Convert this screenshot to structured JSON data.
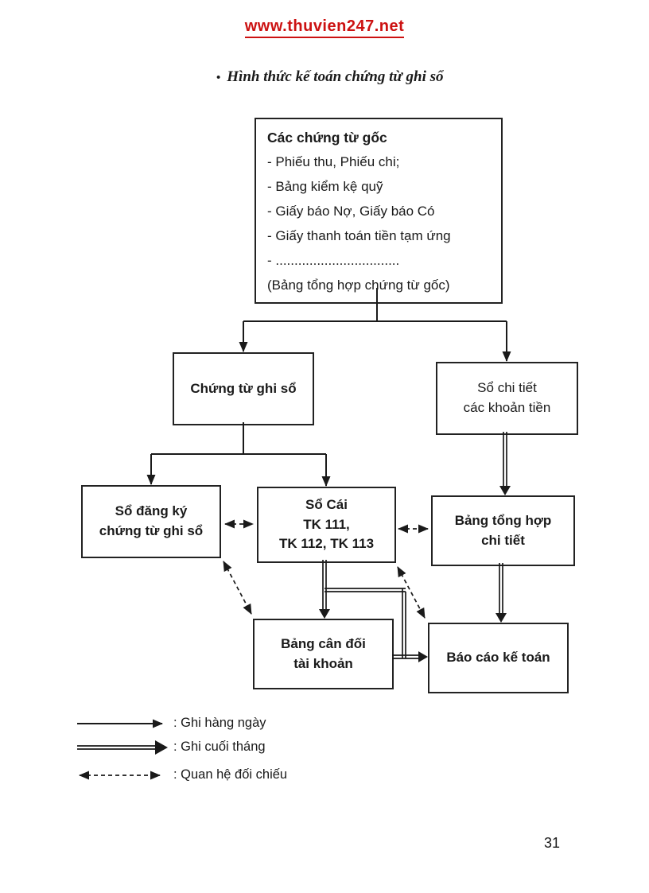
{
  "page": {
    "url": "www.thuvien247.net",
    "title_bullet": "•",
    "title": "Hình thức kế toán chứng từ ghi sổ",
    "page_number": "31"
  },
  "colors": {
    "url_red": "#cc1111",
    "ink": "#1a1a1a"
  },
  "diagram": {
    "source_box": {
      "title": "Các chứng từ gốc",
      "items": [
        "- Phiếu thu, Phiếu chi;",
        "- Bảng kiểm kệ quỹ",
        "- Giấy báo Nợ, Giấy báo Có",
        "- Giấy thanh toán tiền tạm ứng",
        "- ................................."
      ],
      "footer": "(Bảng tổng hợp chứng từ gốc)"
    },
    "boxes": {
      "chung_tu_ghi_so": {
        "lines": [
          "Chứng từ ghi sổ"
        ]
      },
      "so_chi_tiet": {
        "lines": [
          "Sổ chi tiết",
          "các khoản tiền"
        ]
      },
      "so_dang_ky": {
        "lines": [
          "Sổ đăng ký",
          "chứng từ ghi sổ"
        ]
      },
      "so_cai": {
        "lines": [
          "Sổ Cái",
          "TK 111,",
          "TK 112, TK 113"
        ]
      },
      "bang_tong_hop": {
        "lines": [
          "Bảng tổng hợp",
          "chi tiết"
        ]
      },
      "bang_can_doi": {
        "lines": [
          "Bảng cân đối",
          "tài khoản"
        ]
      },
      "bao_cao": {
        "lines": [
          "Báo cáo kế toán"
        ]
      }
    },
    "legend": [
      {
        "style": "solid-single-arrow",
        "label": ": Ghi hàng ngày"
      },
      {
        "style": "solid-double-arrow",
        "label": ": Ghi cuối tháng"
      },
      {
        "style": "dashed-double-headed",
        "label": ": Quan hệ đối chiếu"
      }
    ]
  }
}
